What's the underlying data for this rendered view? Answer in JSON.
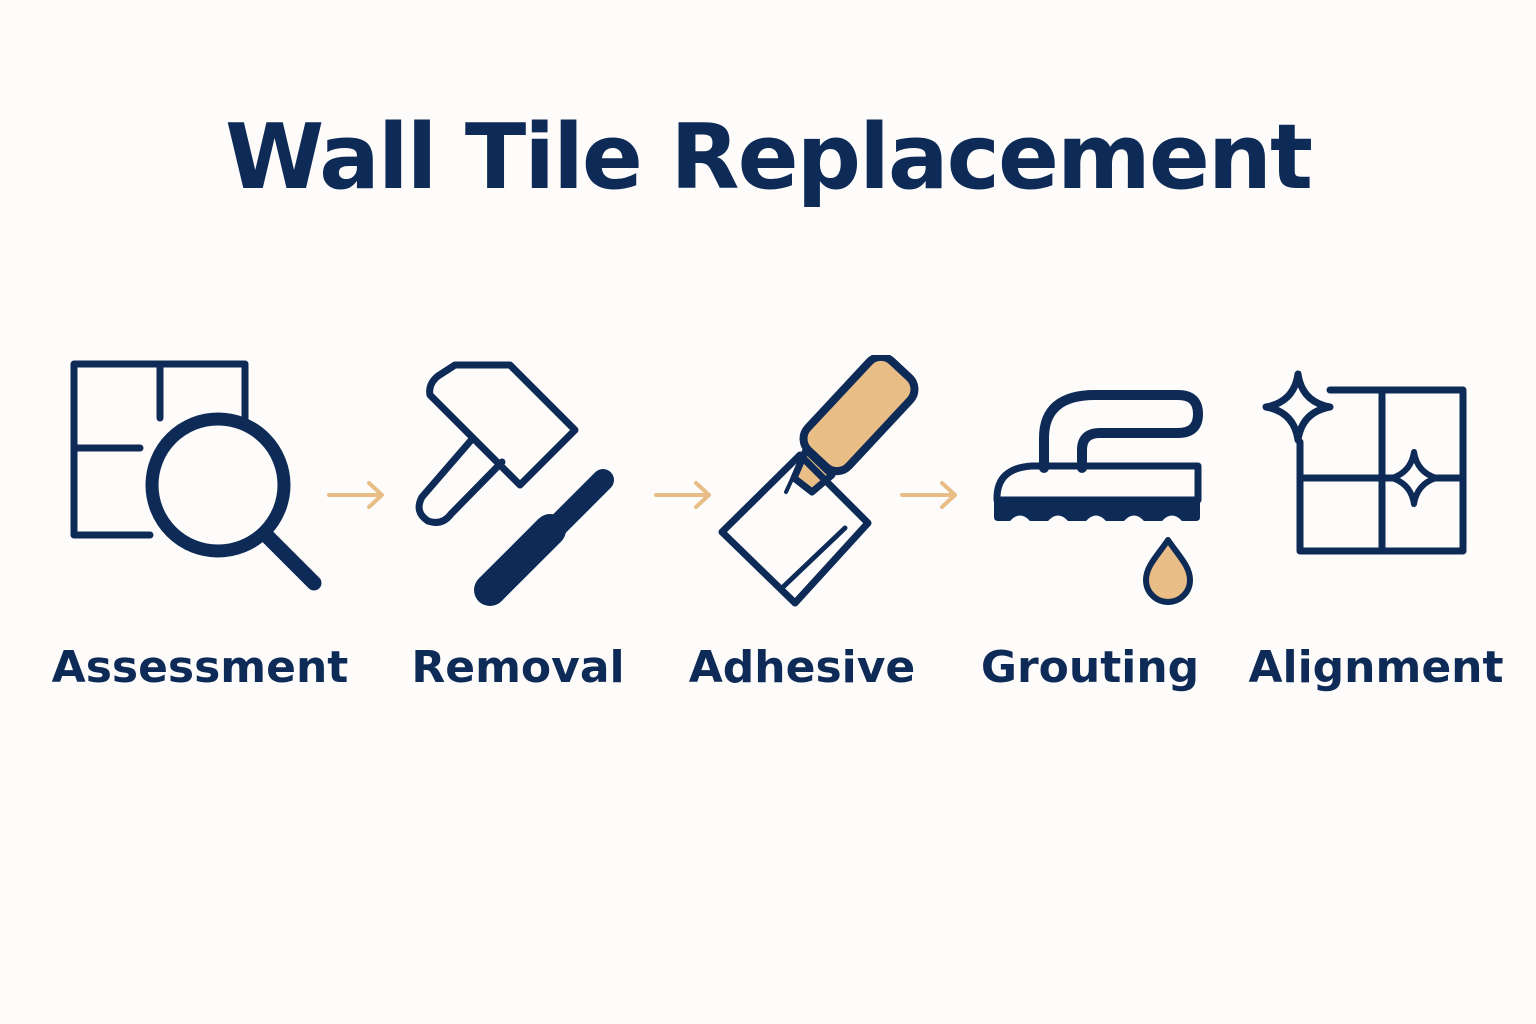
{
  "title": "Wall Tile Replacement",
  "colors": {
    "primary": "#0e2a57",
    "accent": "#e8bd86",
    "background": "#fdfcfa"
  },
  "steps": [
    {
      "label": "Assessment",
      "icon": "tile-magnifier-icon"
    },
    {
      "label": "Removal",
      "icon": "hammer-chisel-icon"
    },
    {
      "label": "Adhesive",
      "icon": "adhesive-trowel-icon"
    },
    {
      "label": "Grouting",
      "icon": "grout-float-icon"
    },
    {
      "label": "Alignment",
      "icon": "sparkling-tile-icon"
    }
  ]
}
